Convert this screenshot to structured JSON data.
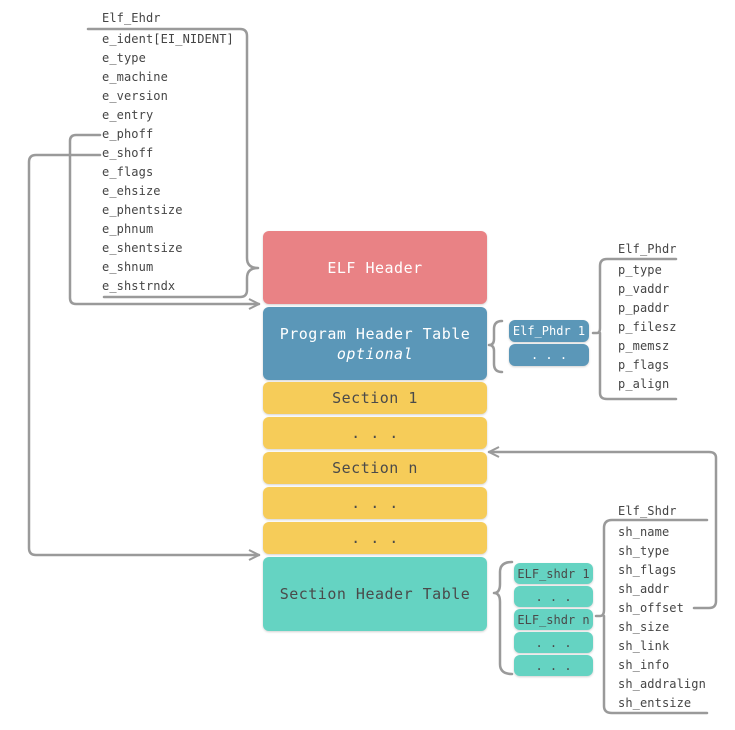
{
  "colors": {
    "elf_header": "#e98285",
    "program_header_table": "#5b97b8",
    "section": "#f6cc59",
    "section_header_table": "#65d3c2",
    "connector": "#9a9a9a"
  },
  "elf_ehdr": {
    "title": "Elf_Ehdr",
    "fields": [
      "e_ident[EI_NIDENT]",
      "e_type",
      "e_machine",
      "e_version",
      "e_entry",
      "e_phoff",
      "e_shoff",
      "e_flags",
      "e_ehsize",
      "e_phentsize",
      "e_phnum",
      "e_shentsize",
      "e_shnum",
      "e_shstrndx"
    ]
  },
  "blocks": {
    "elf_header": "ELF Header",
    "program_header_table": "Program Header Table",
    "program_header_table_note": "optional",
    "section_1": "Section 1",
    "ellipsis": ". . .",
    "section_n": "Section n",
    "section_header_table": "Section Header Table"
  },
  "phdr_entries": [
    "Elf_Phdr 1",
    ". . ."
  ],
  "shdr_entries": [
    "ELF_shdr 1",
    ". . .",
    "ELF_shdr n",
    ". . .",
    ". . ."
  ],
  "elf_phdr": {
    "title": "Elf_Phdr",
    "fields": [
      "p_type",
      "p_vaddr",
      "p_paddr",
      "p_filesz",
      "p_memsz",
      "p_flags",
      "p_align"
    ]
  },
  "elf_shdr": {
    "title": "Elf_Shdr",
    "fields": [
      "sh_name",
      "sh_type",
      "sh_flags",
      "sh_addr",
      "sh_offset",
      "sh_size",
      "sh_link",
      "sh_info",
      "sh_addralign",
      "sh_entsize"
    ]
  }
}
